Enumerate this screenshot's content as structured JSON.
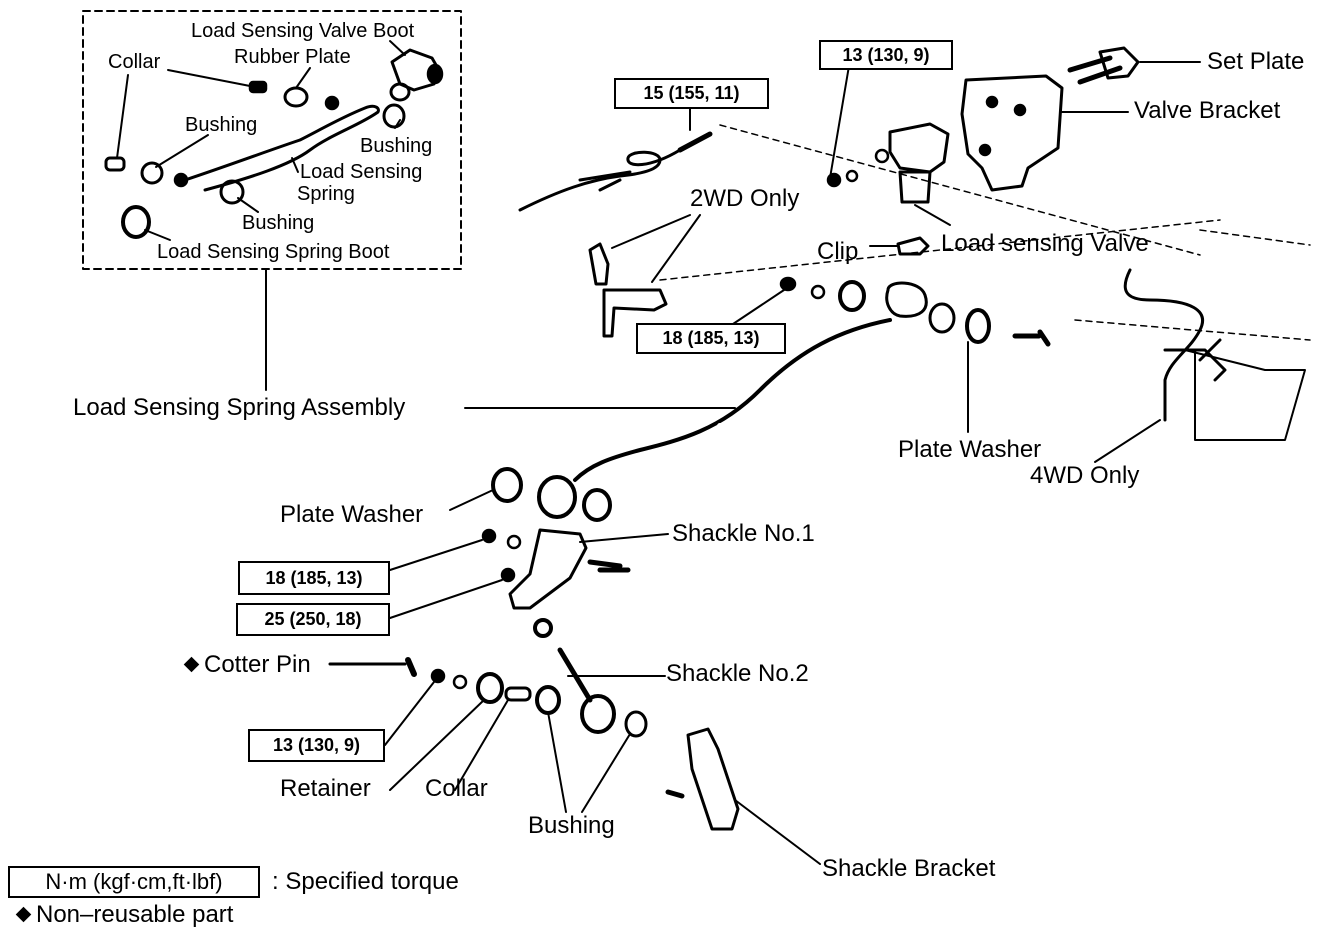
{
  "inset": {
    "title": "Load Sensing Spring Assembly",
    "labels": {
      "valve_boot": "Load Sensing Valve Boot",
      "rubber_plate": "Rubber Plate",
      "collar": "Collar",
      "bushing_a": "Bushing",
      "bushing_b": "Bushing",
      "bushing_c": "Bushing",
      "spring_line1": "Load Sensing",
      "spring_line2": "Spring",
      "spring_boot": "Load Sensing Spring Boot"
    }
  },
  "labels": {
    "set_plate": "Set Plate",
    "valve_bracket": "Valve Bracket",
    "only_2wd": "2WD Only",
    "clip": "Clip",
    "load_sensing_valve": "Load sensing Valve",
    "plate_washer_right": "Plate Washer",
    "only_4wd": "4WD Only",
    "plate_washer_left": "Plate Washer",
    "shackle_no1": "Shackle No.1",
    "cotter_pin": "Cotter Pin",
    "shackle_no2": "Shackle No.2",
    "retainer": "Retainer",
    "collar": "Collar",
    "bushing": "Bushing",
    "shackle_bracket": "Shackle Bracket"
  },
  "torques": {
    "t_valve_nut": "13 (130, 9)",
    "t_union": "15 (155, 11)",
    "t_bracket_nut": "18 (185, 13)",
    "t_shackle_nut": "18 (185, 13)",
    "t_shackle_bolt": "25 (250, 18)",
    "t_pin_nut": "13 (130, 9)"
  },
  "legend": {
    "unit_box": "N·m (kgf·cm,ft·lbf)",
    "unit_desc": ": Specified torque",
    "nonreusable": "Non–reusable part"
  }
}
